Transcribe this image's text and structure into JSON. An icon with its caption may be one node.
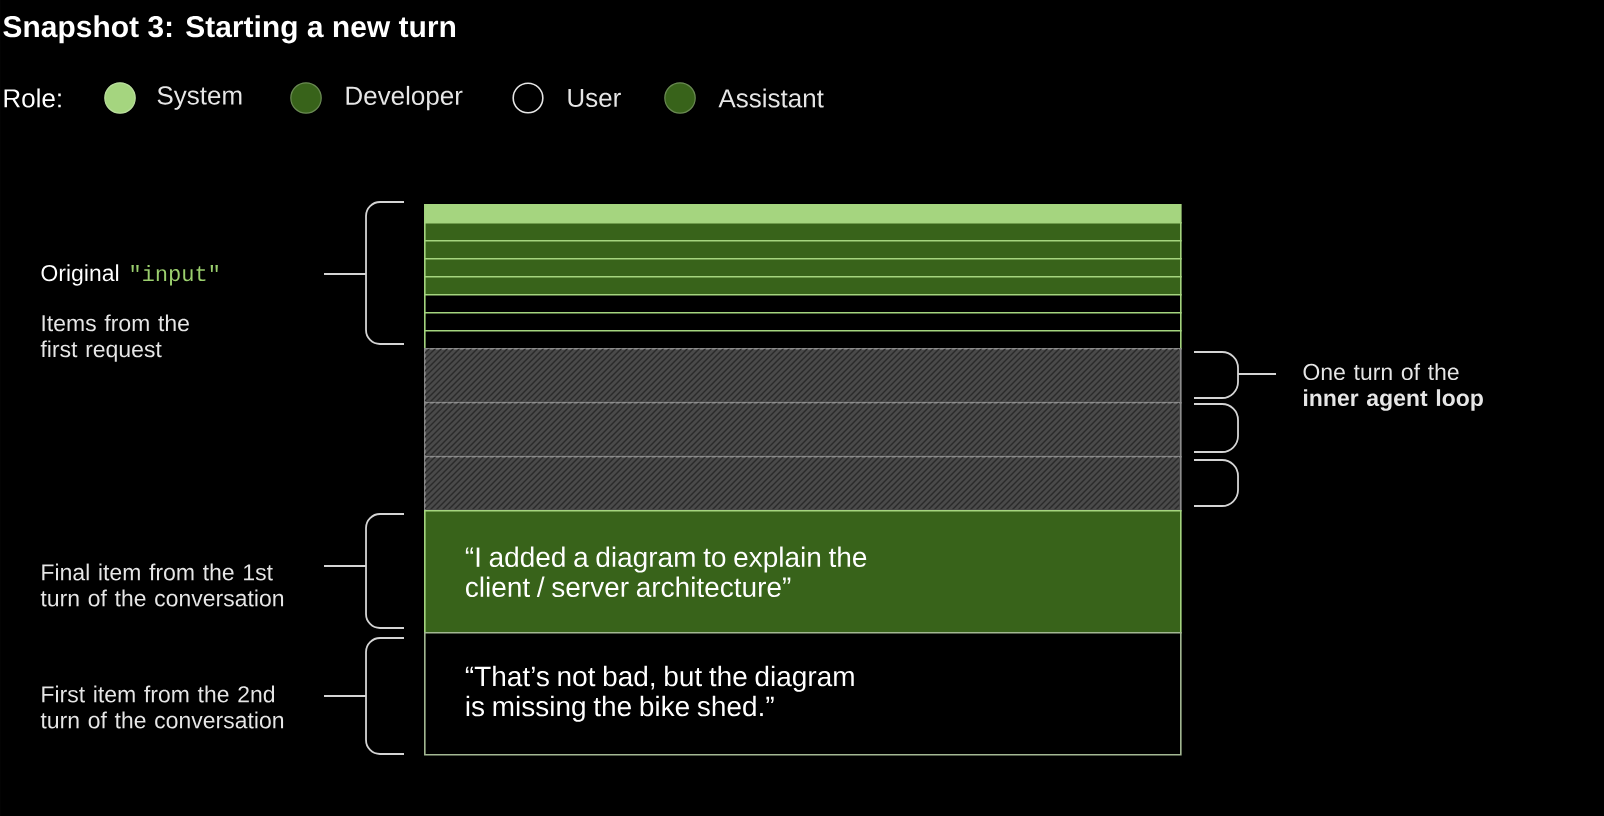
{
  "diagram": {
    "title": "Snapshot 3: Starting a new turn",
    "nodes": [
      {
        "text": [],
        "shape": "bar"
      },
      {
        "text": [],
        "shape": "bar"
      },
      {
        "text": [],
        "shape": "bar"
      },
      {
        "text": [],
        "shape": "bar"
      },
      {
        "text": [],
        "shape": "bar"
      },
      {
        "text": [],
        "shape": "bar"
      },
      {
        "text": [],
        "shape": "bar"
      },
      {
        "text": [],
        "shape": "bar"
      },
      {
        "text": [],
        "shape": "bar"
      },
      {
        "text": [],
        "shape": "bar"
      },
      {
        "text": [],
        "shape": "bar"
      },
      {
        "text": [
          "“I added a diagram to explain the client / server architecture”"
        ]
      },
      {
        "text": [
          "“That’s not bad, but the diagram is missing the bike shed.”"
        ]
      }
    ],
    "labels": [
      "Role:",
      "Original",
      "\"input\"",
      "Items from the first request",
      "One turn of the **inner agent loop**",
      "Final item from the 1st turn of the conversation",
      "First item from the 2nd turn of the conversation"
    ],
    "legend": [
      {
        "text": "System",
        "color": "#a5d57f"
      },
      {
        "text": "Developer",
        "color": "#38631a"
      },
      {
        "text": "User"
      },
      {
        "text": "Assistant",
        "color": "#38631a"
      }
    ]
  }
}
